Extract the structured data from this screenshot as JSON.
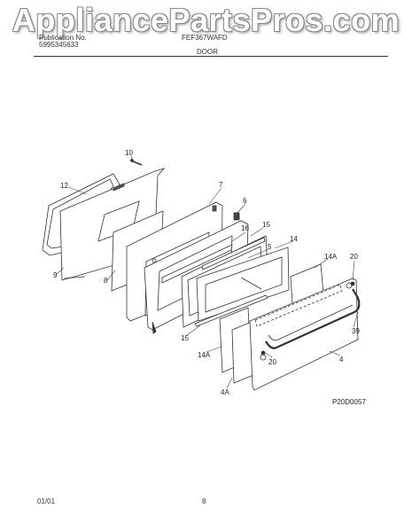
{
  "header": {
    "publication_label": "Publication No.",
    "publication_number": "5995345633",
    "model": "FEF367WAFD",
    "watermark": "AppliancePartsPros.com",
    "section_title": "DOOR"
  },
  "diagram": {
    "part_labels": [
      "10",
      "12",
      "7",
      "6",
      "16",
      "15",
      "5",
      "14",
      "14A",
      "20",
      "9",
      "8",
      "15",
      "39",
      "14A",
      "20",
      "4",
      "4A"
    ],
    "drawing_code": "P20D0057"
  },
  "footer": {
    "date": "01/01",
    "page_number": "8"
  }
}
